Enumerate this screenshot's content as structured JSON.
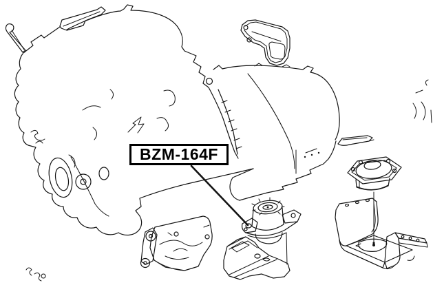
{
  "diagram": {
    "part_label": "BZM-164F",
    "background": "#ffffff",
    "line_color": "#141414",
    "label_border_color": "#000000",
    "label_text_color": "#000000",
    "parts": [
      "engine-assembly",
      "transmission-assembly",
      "hook-bracket",
      "engine-mount",
      "heat-shield",
      "engine-mount-bracket",
      "transmission-mount",
      "crossmember-bracket"
    ]
  }
}
